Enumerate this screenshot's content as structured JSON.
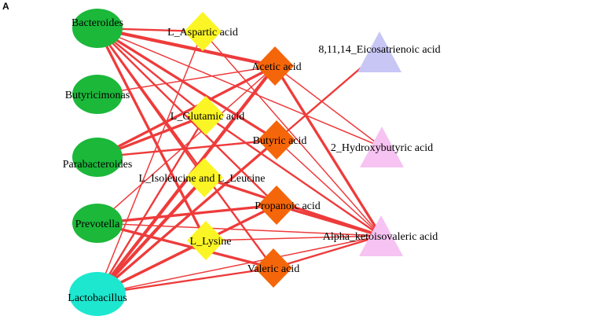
{
  "panel_label": "A",
  "colors": {
    "edge": "#ee3b3b",
    "bacteria": "#1bb83a",
    "lactobacillus": "#1de8cf",
    "amino_acid": "#fbf525",
    "scfa": "#f5660a",
    "fatty_acid": "#c7c6f5",
    "organic_acid": "#f6c3f2"
  },
  "nodes": [
    {
      "id": "bacteroides",
      "label": "Bacteroides",
      "shape": "circle",
      "color_key": "bacteria"
    },
    {
      "id": "butyricimonas",
      "label": "Butyricimonas",
      "shape": "circle",
      "color_key": "bacteria"
    },
    {
      "id": "parabacteroides",
      "label": "Parabacteroides",
      "shape": "circle",
      "color_key": "bacteria"
    },
    {
      "id": "prevotella",
      "label": "Prevotella",
      "shape": "circle",
      "color_key": "bacteria"
    },
    {
      "id": "lactobacillus",
      "label": "Lactobacillus",
      "shape": "circle",
      "color_key": "lactobacillus"
    },
    {
      "id": "l-aspartic",
      "label": "L_Aspartic acid",
      "shape": "diamond",
      "color_key": "amino_acid"
    },
    {
      "id": "l-glutamic",
      "label": "L_Glutamic acid",
      "shape": "diamond",
      "color_key": "amino_acid"
    },
    {
      "id": "l-isoleucine",
      "label": "L_Isoleucine and L_Leucine",
      "shape": "diamond",
      "color_key": "amino_acid"
    },
    {
      "id": "l-lysine",
      "label": "L_Lysine",
      "shape": "diamond",
      "color_key": "amino_acid"
    },
    {
      "id": "acetic",
      "label": "Acetic acid",
      "shape": "diamond",
      "color_key": "scfa"
    },
    {
      "id": "butyric",
      "label": "Butyric acid",
      "shape": "diamond",
      "color_key": "scfa"
    },
    {
      "id": "propanoic",
      "label": "Propanoic acid",
      "shape": "diamond",
      "color_key": "scfa"
    },
    {
      "id": "valeric",
      "label": "Valeric acid",
      "shape": "diamond",
      "color_key": "scfa"
    },
    {
      "id": "eicosatrienoic",
      "label": "8,11,14_Eicosatrienoic acid",
      "shape": "triangle",
      "color_key": "fatty_acid"
    },
    {
      "id": "hydroxybutyric",
      "label": "2_Hydroxybutyric acid",
      "shape": "triangle",
      "color_key": "organic_acid"
    },
    {
      "id": "ketoisovaleric",
      "label": "Alpha_ketoisovaleric acid",
      "shape": "triangle",
      "color_key": "organic_acid"
    }
  ],
  "edges": [
    {
      "source": "bacteroides",
      "target": "acetic",
      "weight": 4
    },
    {
      "source": "bacteroides",
      "target": "l-aspartic",
      "weight": 2
    },
    {
      "source": "bacteroides",
      "target": "l-glutamic",
      "weight": 2
    },
    {
      "source": "bacteroides",
      "target": "butyric",
      "weight": 3
    },
    {
      "source": "bacteroides",
      "target": "l-isoleucine",
      "weight": 2
    },
    {
      "source": "bacteroides",
      "target": "propanoic",
      "weight": 2
    },
    {
      "source": "bacteroides",
      "target": "l-lysine",
      "weight": 3
    },
    {
      "source": "bacteroides",
      "target": "valeric",
      "weight": 2
    },
    {
      "source": "bacteroides",
      "target": "hydroxybutyric",
      "weight": 1
    },
    {
      "source": "butyricimonas",
      "target": "acetic",
      "weight": 1
    },
    {
      "source": "parabacteroides",
      "target": "acetic",
      "weight": 3
    },
    {
      "source": "parabacteroides",
      "target": "l-glutamic",
      "weight": 3
    },
    {
      "source": "parabacteroides",
      "target": "butyric",
      "weight": 2
    },
    {
      "source": "prevotella",
      "target": "acetic",
      "weight": 1
    },
    {
      "source": "prevotella",
      "target": "propanoic",
      "weight": 3
    },
    {
      "source": "prevotella",
      "target": "valeric",
      "weight": 3
    },
    {
      "source": "prevotella",
      "target": "ketoisovaleric",
      "weight": 1
    },
    {
      "source": "lactobacillus",
      "target": "l-aspartic",
      "weight": 1
    },
    {
      "source": "lactobacillus",
      "target": "l-glutamic",
      "weight": 2
    },
    {
      "source": "lactobacillus",
      "target": "l-isoleucine",
      "weight": 4
    },
    {
      "source": "lactobacillus",
      "target": "l-lysine",
      "weight": 3
    },
    {
      "source": "lactobacillus",
      "target": "acetic",
      "weight": 4
    },
    {
      "source": "lactobacillus",
      "target": "butyric",
      "weight": 3
    },
    {
      "source": "lactobacillus",
      "target": "propanoic",
      "weight": 3
    },
    {
      "source": "lactobacillus",
      "target": "valeric",
      "weight": 2
    },
    {
      "source": "lactobacillus",
      "target": "eicosatrienoic",
      "weight": 2
    },
    {
      "source": "lactobacillus",
      "target": "ketoisovaleric",
      "weight": 1
    },
    {
      "source": "l-aspartic",
      "target": "ketoisovaleric",
      "weight": 1
    },
    {
      "source": "l-glutamic",
      "target": "ketoisovaleric",
      "weight": 2
    },
    {
      "source": "l-isoleucine",
      "target": "ketoisovaleric",
      "weight": 3
    },
    {
      "source": "l-lysine",
      "target": "ketoisovaleric",
      "weight": 1
    },
    {
      "source": "acetic",
      "target": "ketoisovaleric",
      "weight": 3
    },
    {
      "source": "acetic",
      "target": "hydroxybutyric",
      "weight": 1
    },
    {
      "source": "butyric",
      "target": "ketoisovaleric",
      "weight": 1
    },
    {
      "source": "propanoic",
      "target": "ketoisovaleric",
      "weight": 3
    },
    {
      "source": "valeric",
      "target": "ketoisovaleric",
      "weight": 2
    }
  ]
}
